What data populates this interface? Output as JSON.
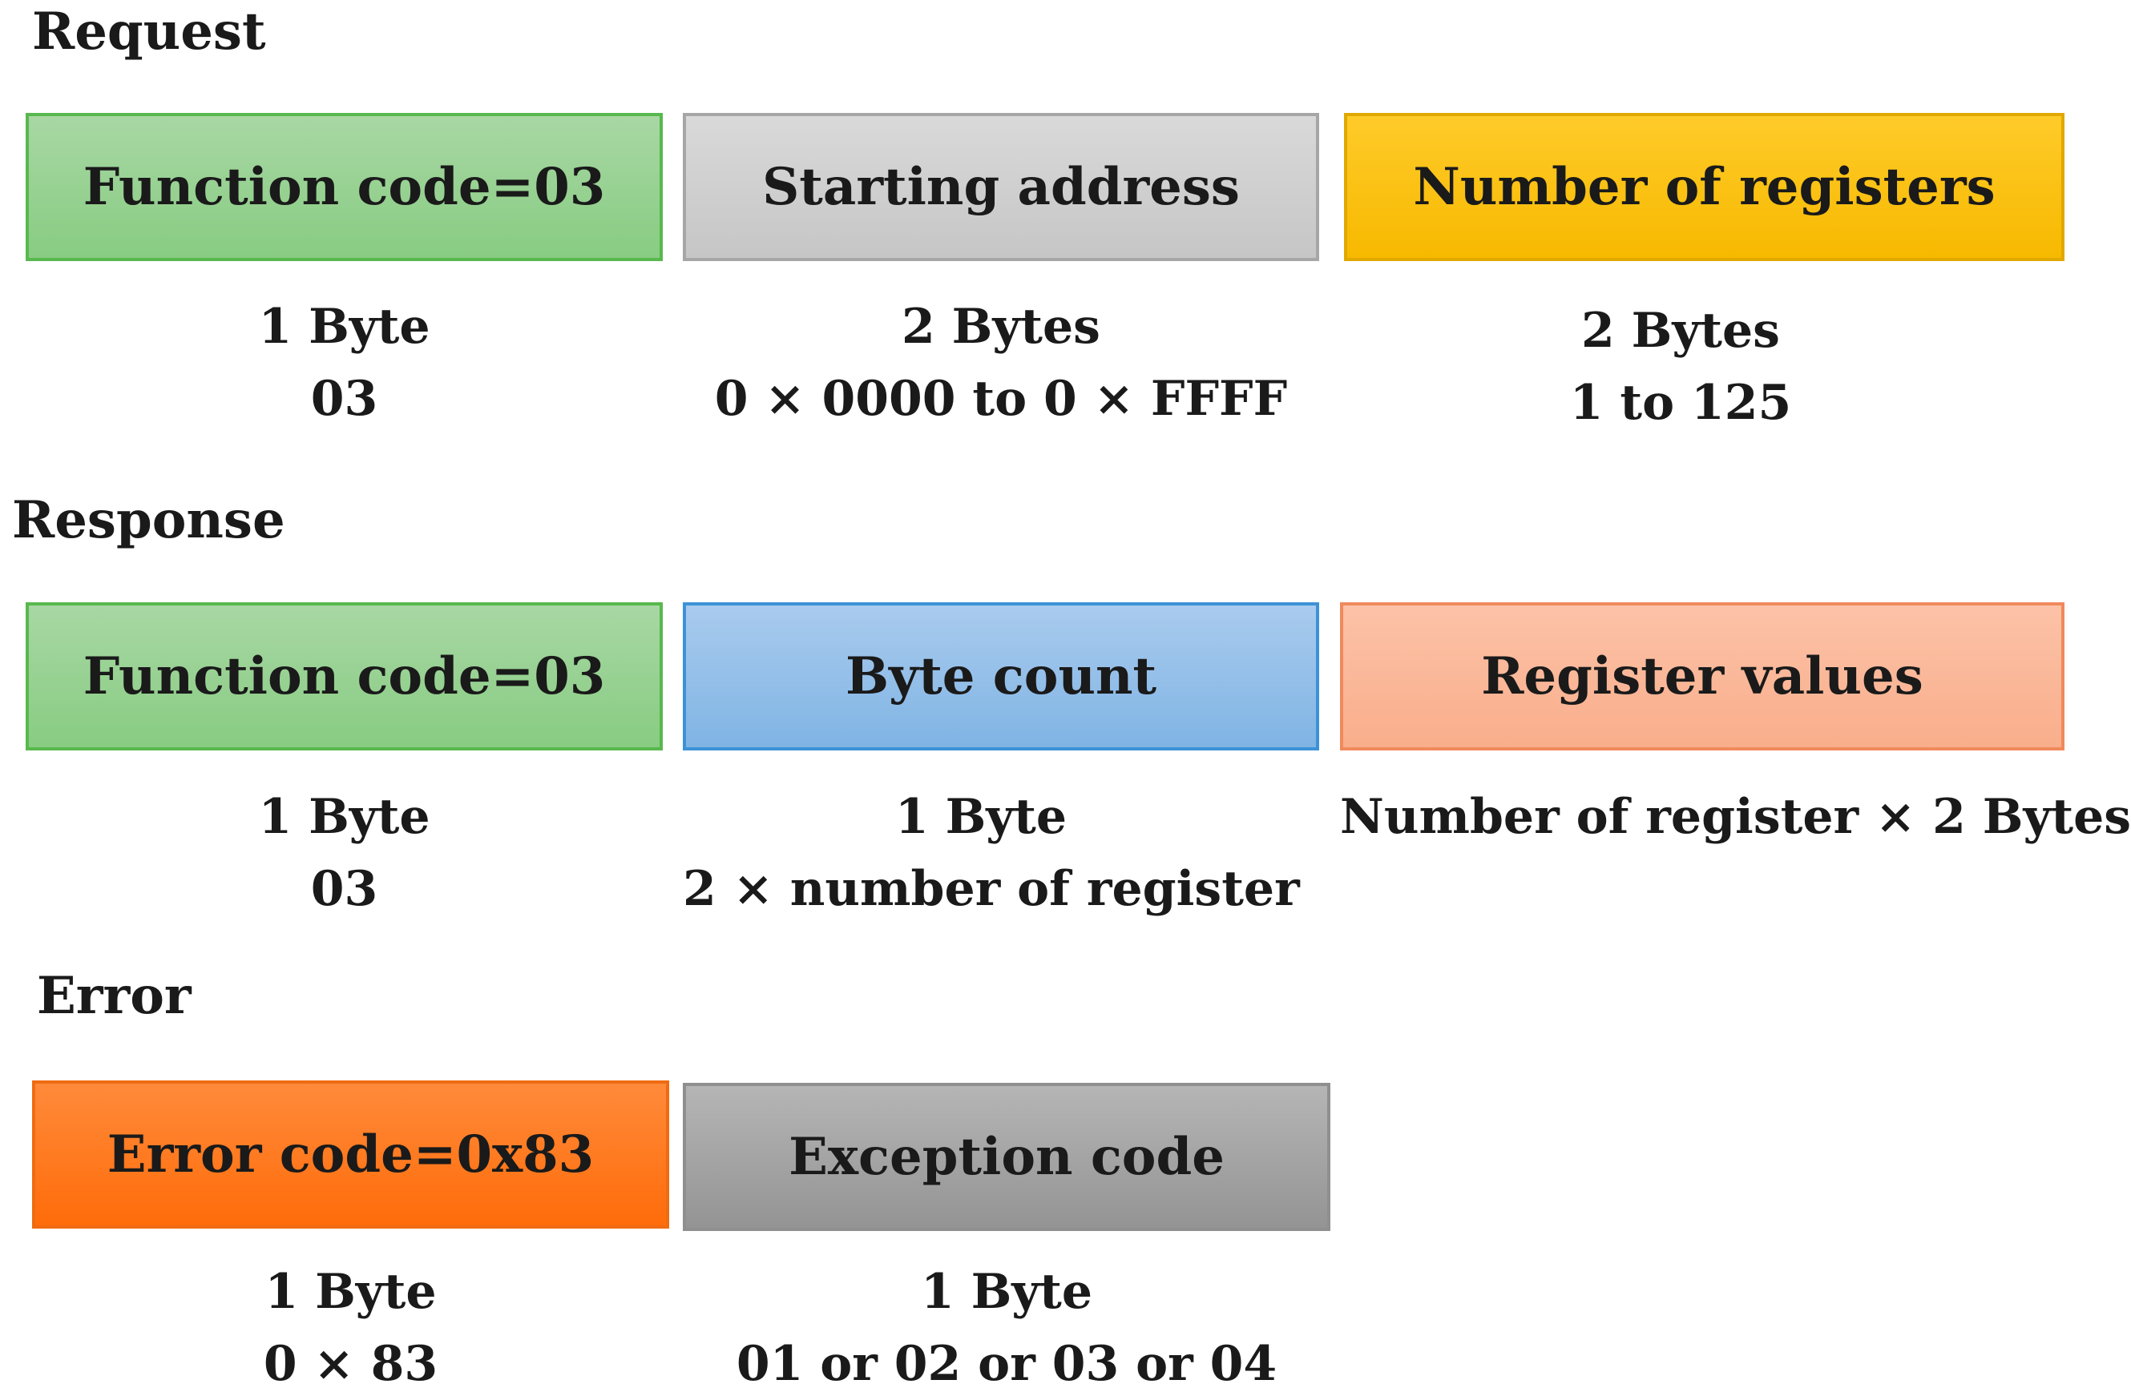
{
  "request": {
    "title": "Request",
    "fields": [
      {
        "name": "Function code=03",
        "size": "1 Byte",
        "value": "03"
      },
      {
        "name": "Starting address",
        "size": "2 Bytes",
        "value": "0 × 0000 to 0 × FFFF"
      },
      {
        "name": "Number of registers",
        "size": "2 Bytes",
        "value": "1 to 125"
      }
    ]
  },
  "response": {
    "title": "Response",
    "fields": [
      {
        "name": "Function code=03",
        "size": "1 Byte",
        "value": "03"
      },
      {
        "name": "Byte count",
        "size": "1 Byte",
        "value": "2 × number of register"
      },
      {
        "name": "Register values",
        "size": "Number of register × 2 Bytes"
      }
    ]
  },
  "error": {
    "title": "Error",
    "fields": [
      {
        "name": "Error code=0x83",
        "size": "1 Byte",
        "value": "0 × 83"
      },
      {
        "name": "Exception code",
        "size": "1 Byte",
        "value": "01 or 02 or 03 or 04"
      }
    ]
  },
  "colors": {
    "function_code": "#88cc82",
    "starting_address": "#c6c6c6",
    "number_of_registers": "#f7b900",
    "byte_count": "#80b4e4",
    "register_values": "#f9ae8b",
    "error_code": "#ff6c0a",
    "exception_code": "#949494"
  }
}
